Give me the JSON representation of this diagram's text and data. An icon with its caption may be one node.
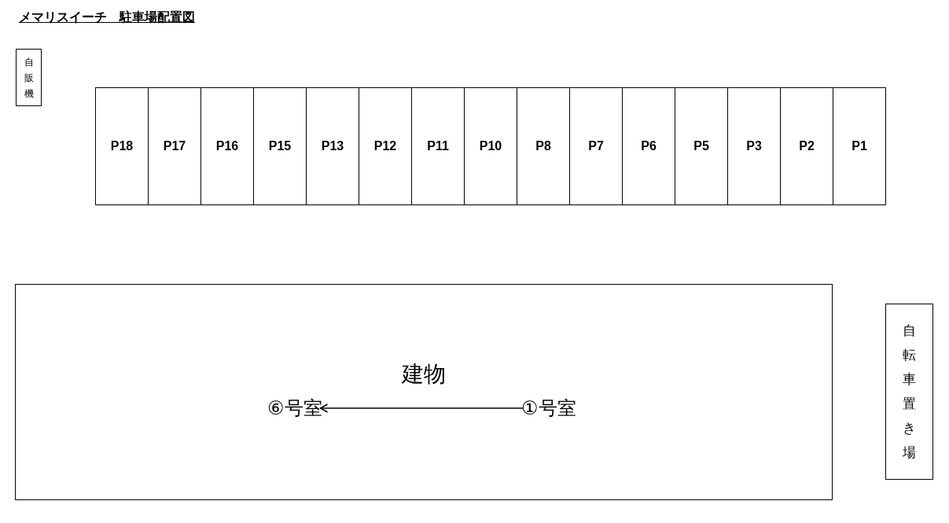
{
  "diagram": {
    "title": "メマリスイーチ　駐車場配置図",
    "nodes": [
      {
        "text": [
          "自販機"
        ]
      },
      {
        "text": [
          "P18"
        ]
      },
      {
        "text": [
          "P17"
        ]
      },
      {
        "text": [
          "P16"
        ]
      },
      {
        "text": [
          "P15"
        ]
      },
      {
        "text": [
          "P13"
        ]
      },
      {
        "text": [
          "P12"
        ]
      },
      {
        "text": [
          "P11"
        ]
      },
      {
        "text": [
          "P10"
        ]
      },
      {
        "text": [
          "P8"
        ]
      },
      {
        "text": [
          "P7"
        ]
      },
      {
        "text": [
          "P6"
        ]
      },
      {
        "text": [
          "P5"
        ]
      },
      {
        "text": [
          "P3"
        ]
      },
      {
        "text": [
          "P2"
        ]
      },
      {
        "text": [
          "P1"
        ]
      },
      {
        "text": [
          "建物"
        ]
      },
      {
        "text": [
          "⑥号室"
        ],
        "in": 16
      },
      {
        "text": [
          "①号室"
        ],
        "in": 16
      },
      {
        "text": [
          "自転車置き場"
        ]
      }
    ],
    "edges": [
      {
        "from": 18,
        "to": 17,
        "arrow": "to"
      }
    ]
  }
}
